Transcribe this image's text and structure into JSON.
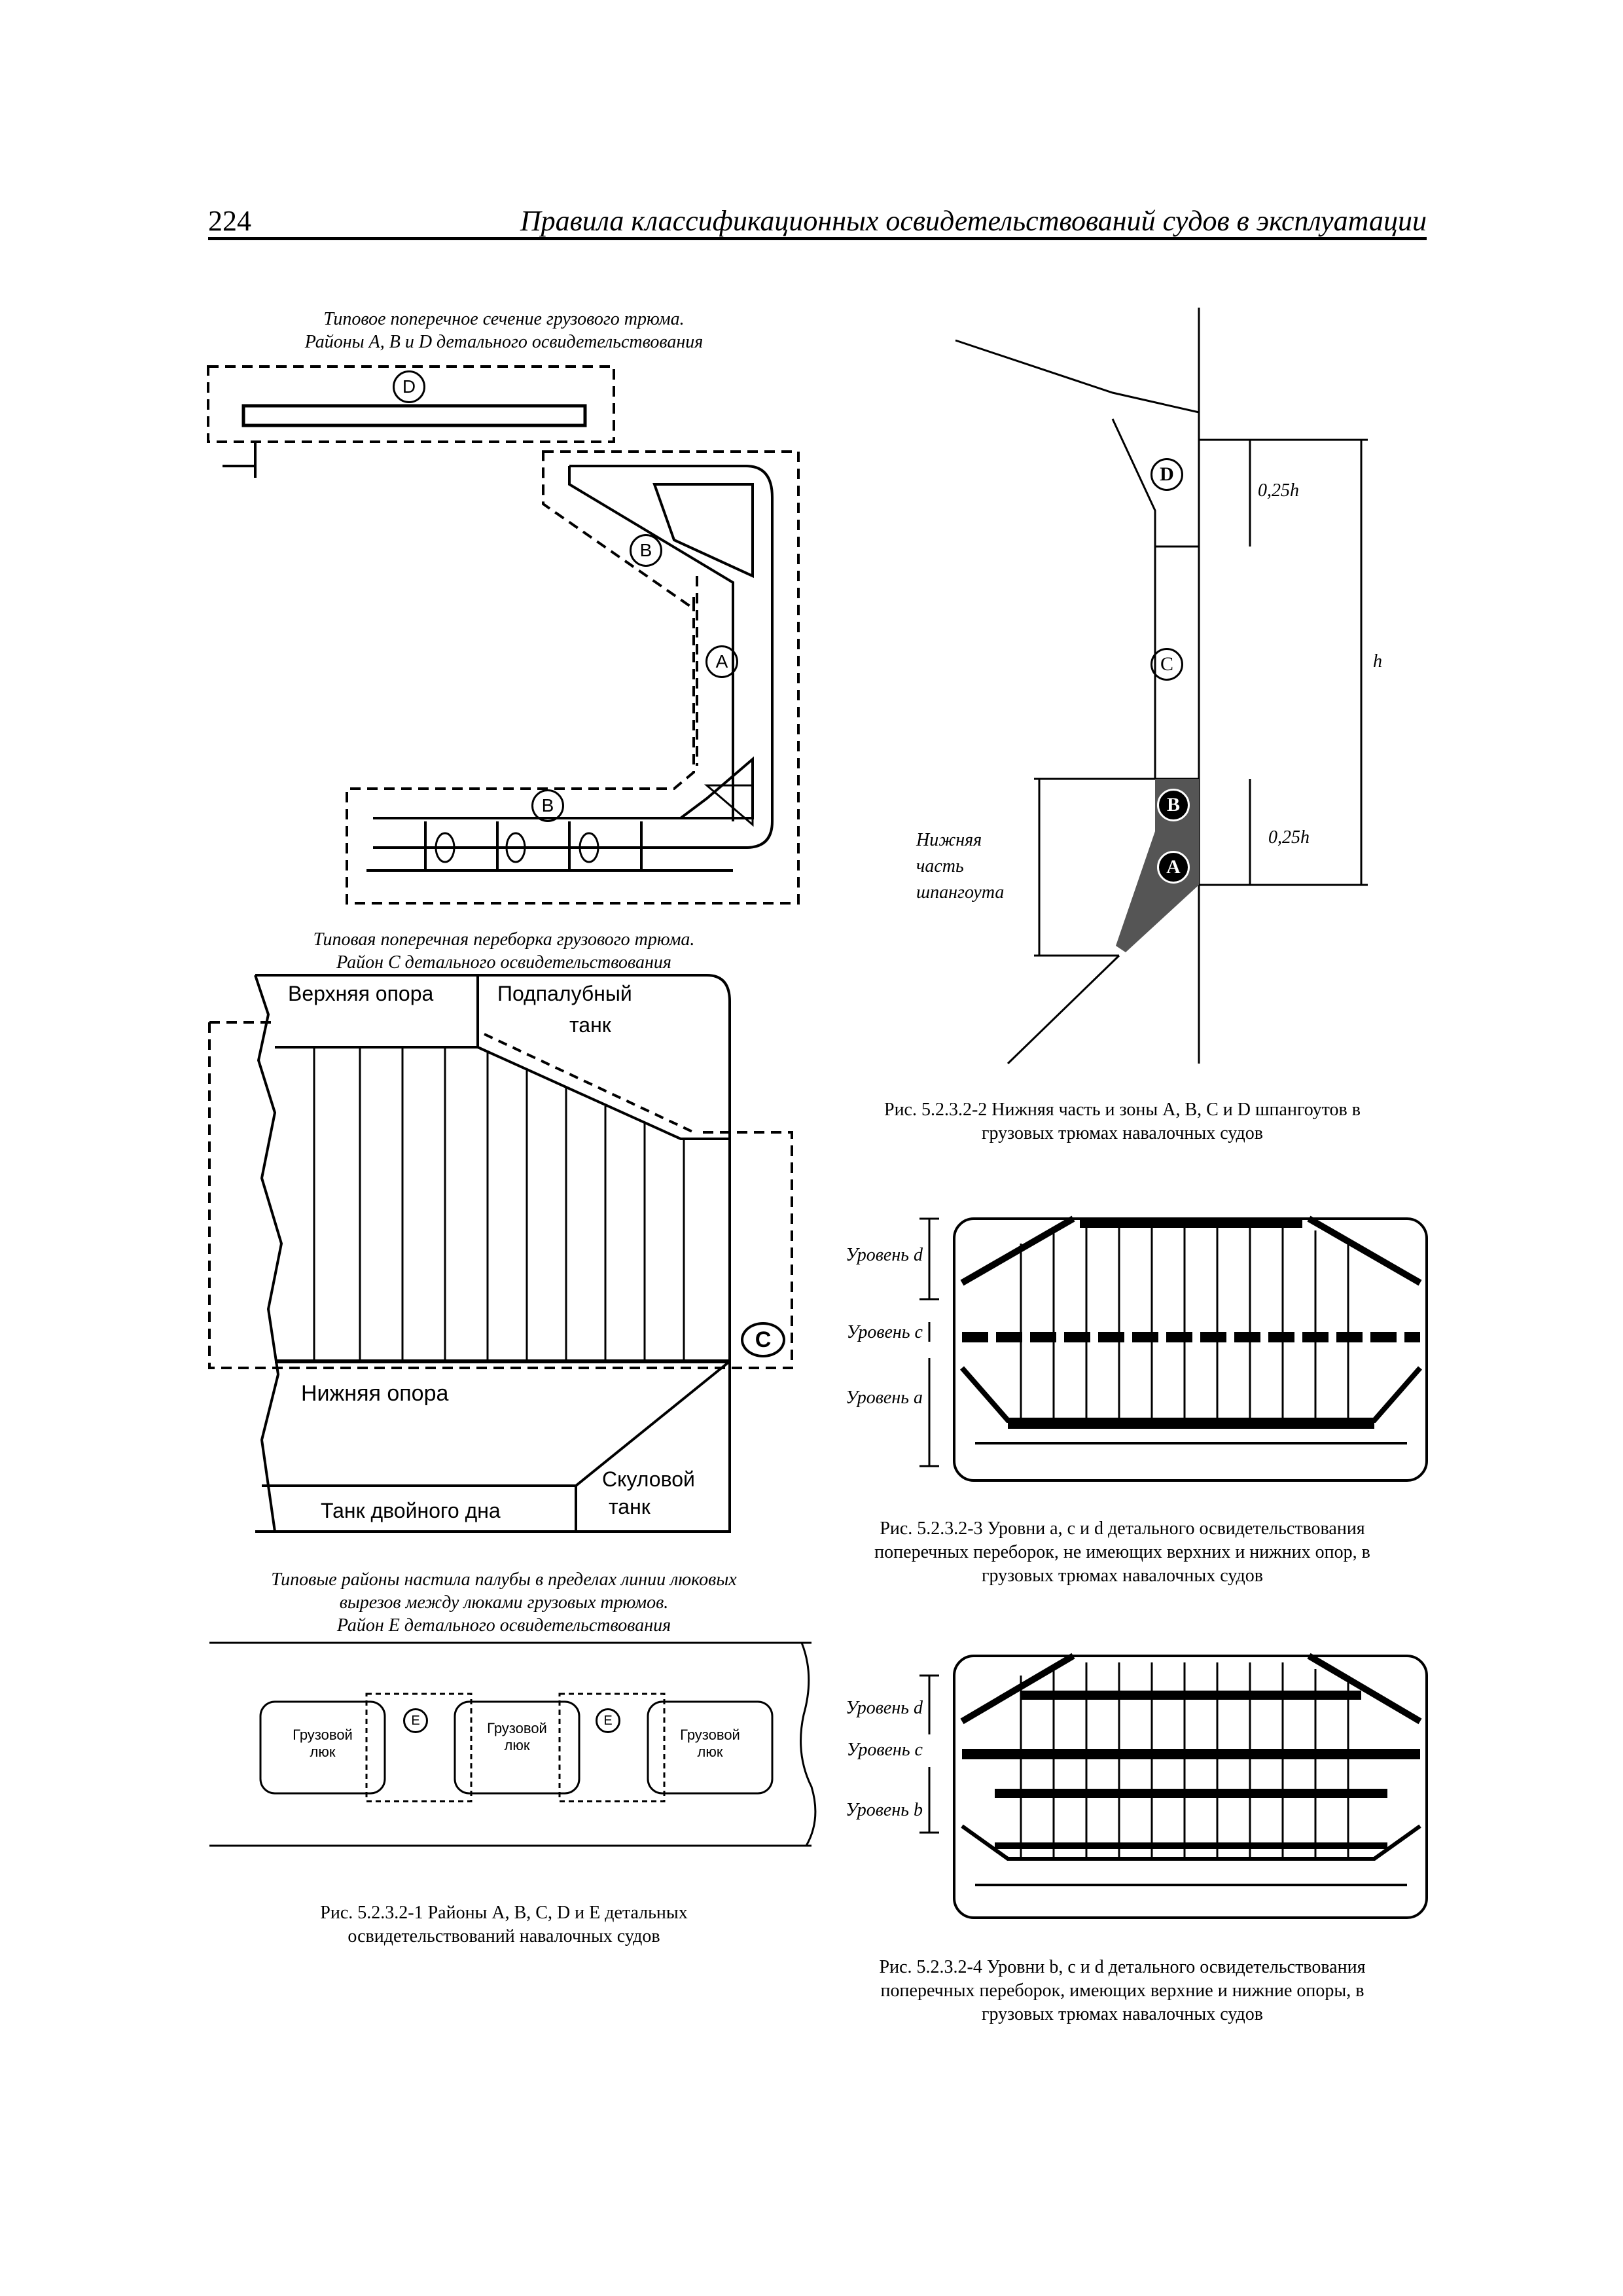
{
  "header": {
    "page_number": "224",
    "running_title": "Правила классификационных освидетельствований судов в эксплуатации"
  },
  "fig1": {
    "section_caption": [
      "Типовое поперечное сечение грузового трюма.",
      "Районы A, B и D детального освидетельствования"
    ],
    "zone_labels": {
      "d": "D",
      "b_top": "B",
      "a": "A",
      "b_bottom": "B"
    },
    "bulkhead_caption": [
      "Типовая поперечная переборка грузового трюма.",
      "Район C детального освидетельствования"
    ],
    "bulkhead_labels": {
      "upper_stool": "Верхняя опора",
      "topside_tank_1": "Подпалубный",
      "topside_tank_2": "танк",
      "lower_stool": "Нижняя опора",
      "double_bottom": "Танк двойного дна",
      "hopper_tank_1": "Скуловой",
      "hopper_tank_2": "танк",
      "zone_c": "C"
    },
    "deck_caption": [
      "Типовые районы настила палубы в пределах линии люковых",
      "вырезов между люками грузовых трюмов.",
      "Район E детального освидетельствования"
    ],
    "hatch_label_1": "Грузовой",
    "hatch_label_2": "люк",
    "zone_e": "E",
    "figure_caption": [
      "Рис. 5.2.3.2-1 Районы A, B, C, D и E детальных",
      "освидетельствований навалочных судов"
    ]
  },
  "fig2": {
    "zones": {
      "d": "D",
      "c": "C",
      "b": "B",
      "a": "A"
    },
    "dim_top": "0,25h",
    "dim_h": "h",
    "dim_bottom": "0,25h",
    "lower_part_label": [
      "Нижняя",
      "часть",
      "шпангоута"
    ],
    "figure_caption": [
      "Рис. 5.2.3.2-2 Нижняя часть и зоны A, B, C и D шпангоутов в",
      "грузовых трюмах навалочных судов"
    ]
  },
  "fig3": {
    "levels": {
      "d": "Уровень d",
      "c": "Уровень c",
      "a": "Уровень a"
    },
    "figure_caption": [
      "Рис. 5.2.3.2-3 Уровни a, c и d детального освидетельствования",
      "поперечных переборок, не имеющих верхних и нижних опор, в",
      "грузовых трюмах навалочных судов"
    ]
  },
  "fig4": {
    "levels": {
      "d": "Уровень d",
      "c": "Уровень c",
      "b": "Уровень b"
    },
    "figure_caption": [
      "Рис. 5.2.3.2-4 Уровни b, c и d детального освидетельствования",
      "поперечных переборок, имеющих верхние и нижние опоры, в",
      "грузовых трюмах навалочных судов"
    ]
  }
}
